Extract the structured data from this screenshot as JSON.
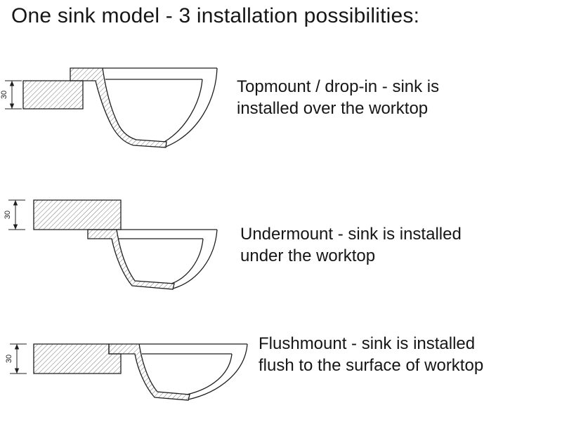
{
  "title": "One sink model - 3 installation possibilities:",
  "dimension_label": "30",
  "items": [
    {
      "name": "topmount",
      "description_line1": "Topmount / drop-in - sink is",
      "description_line2": "installed over the worktop"
    },
    {
      "name": "undermount",
      "description_line1": "Undermount - sink is installed",
      "description_line2": "under the worktop"
    },
    {
      "name": "flushmount",
      "description_line1": "Flushmount - sink is installed",
      "description_line2": "flush to the surface of worktop"
    }
  ],
  "colors": {
    "line": "#1f1f1f",
    "hatch": "#3a3a3a",
    "text": "#161616",
    "background": "#ffffff"
  }
}
